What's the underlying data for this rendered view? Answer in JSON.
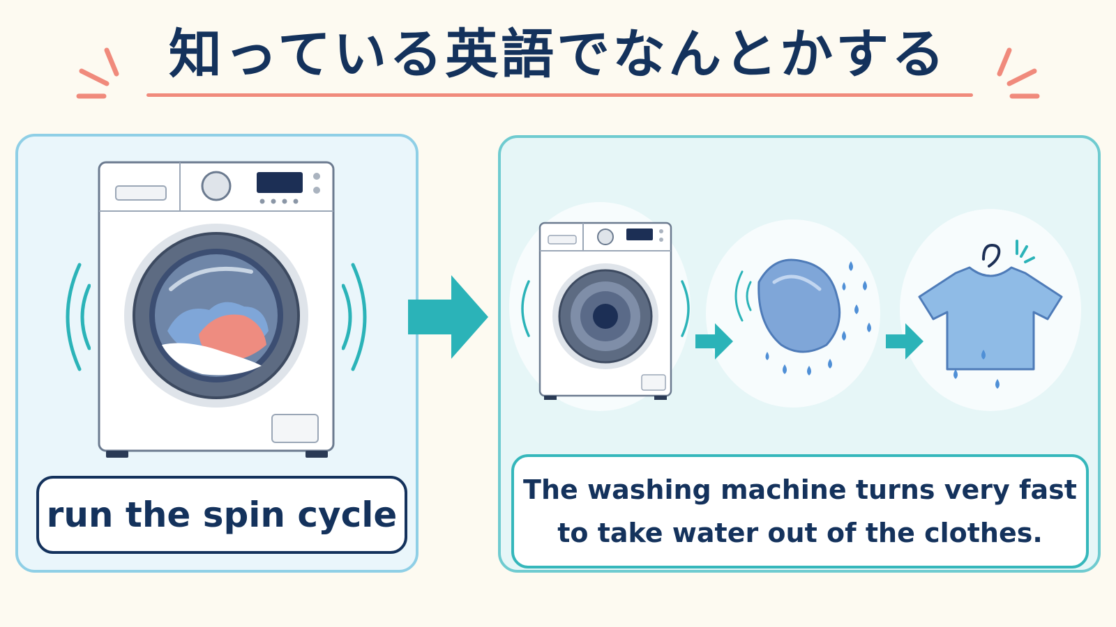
{
  "title": "知っている英語でなんとかする",
  "left_panel": {
    "phrase": "run the spin cycle"
  },
  "right_panel": {
    "explanation_line1": "The washing machine turns very fast",
    "explanation_line2": "to take water out of the clothes."
  },
  "icons": {
    "washer": "washing-machine-icon",
    "wet_cloth": "wet-clothes-icon",
    "shirt": "dry-shirt-icon",
    "arrow": "arrow-right-icon"
  },
  "colors": {
    "title": "#14325c",
    "accent_coral": "#f08a7c",
    "teal": "#2bb3b8",
    "left_border": "#8fcfe6",
    "right_border": "#6fcbd0"
  }
}
